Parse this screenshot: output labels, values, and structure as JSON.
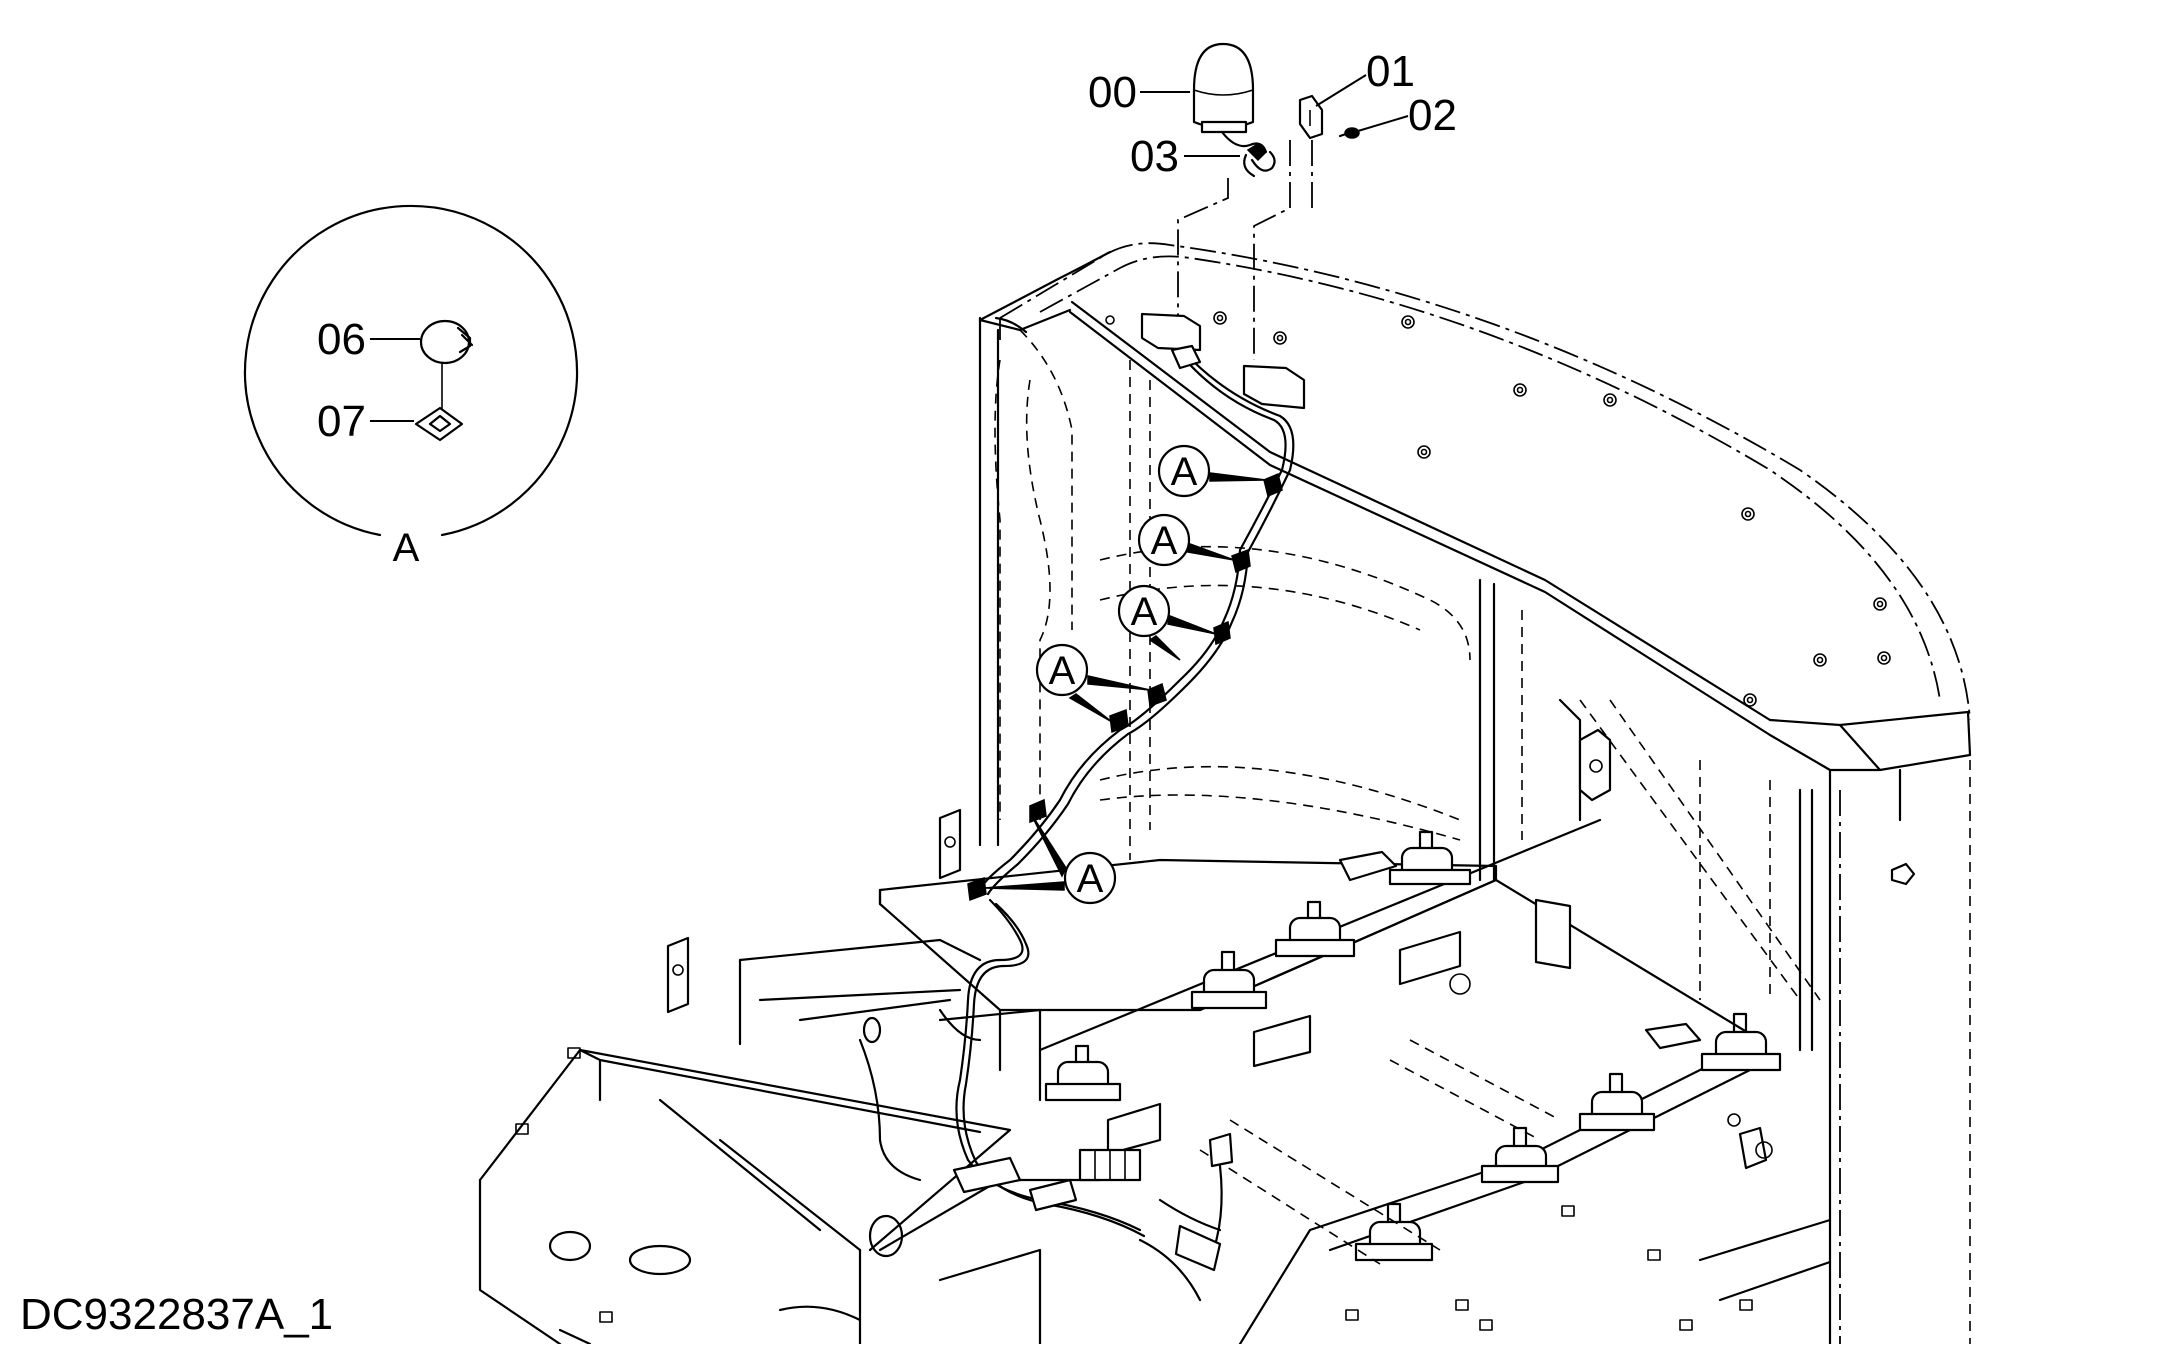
{
  "document_id": "DC9322837A_1",
  "callouts": {
    "beacon": "00",
    "bracket": "01",
    "bolt": "02",
    "harness": "03",
    "cable_tie": "06",
    "tie_mount": "07"
  },
  "detail_view": {
    "label": "A"
  },
  "clip_marker": "A"
}
